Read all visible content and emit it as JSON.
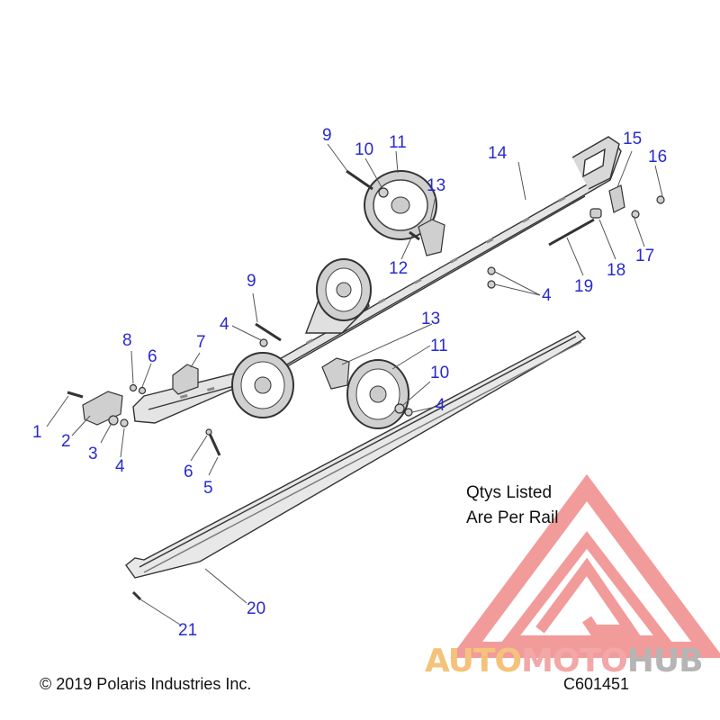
{
  "diagram": {
    "callouts": [
      {
        "id": "1",
        "text": "1"
      },
      {
        "id": "2",
        "text": "2"
      },
      {
        "id": "3",
        "text": "3"
      },
      {
        "id": "4a",
        "text": "4"
      },
      {
        "id": "4b",
        "text": "4"
      },
      {
        "id": "4c",
        "text": "4"
      },
      {
        "id": "4d",
        "text": "4"
      },
      {
        "id": "5",
        "text": "5"
      },
      {
        "id": "6a",
        "text": "6"
      },
      {
        "id": "6b",
        "text": "6"
      },
      {
        "id": "7",
        "text": "7"
      },
      {
        "id": "8",
        "text": "8"
      },
      {
        "id": "9a",
        "text": "9"
      },
      {
        "id": "9b",
        "text": "9"
      },
      {
        "id": "10a",
        "text": "10"
      },
      {
        "id": "10b",
        "text": "10"
      },
      {
        "id": "11a",
        "text": "11"
      },
      {
        "id": "11b",
        "text": "11"
      },
      {
        "id": "12",
        "text": "12"
      },
      {
        "id": "13a",
        "text": "13"
      },
      {
        "id": "13b",
        "text": "13"
      },
      {
        "id": "14",
        "text": "14"
      },
      {
        "id": "15",
        "text": "15"
      },
      {
        "id": "16",
        "text": "16"
      },
      {
        "id": "17",
        "text": "17"
      },
      {
        "id": "18",
        "text": "18"
      },
      {
        "id": "19",
        "text": "19"
      },
      {
        "id": "20",
        "text": "20"
      },
      {
        "id": "21",
        "text": "21"
      }
    ],
    "note_line1": "Qtys Listed",
    "note_line2": "Are Per Rail",
    "copyright": "© 2019 Polaris Industries Inc.",
    "drawing_code": "C601451",
    "watermark": {
      "part1": "AUTO",
      "part2": "MOTO",
      "part3": "HUB",
      "color1": "#f4c27a",
      "color2": "#f3a7a7",
      "color3": "#b5b5b5"
    }
  }
}
